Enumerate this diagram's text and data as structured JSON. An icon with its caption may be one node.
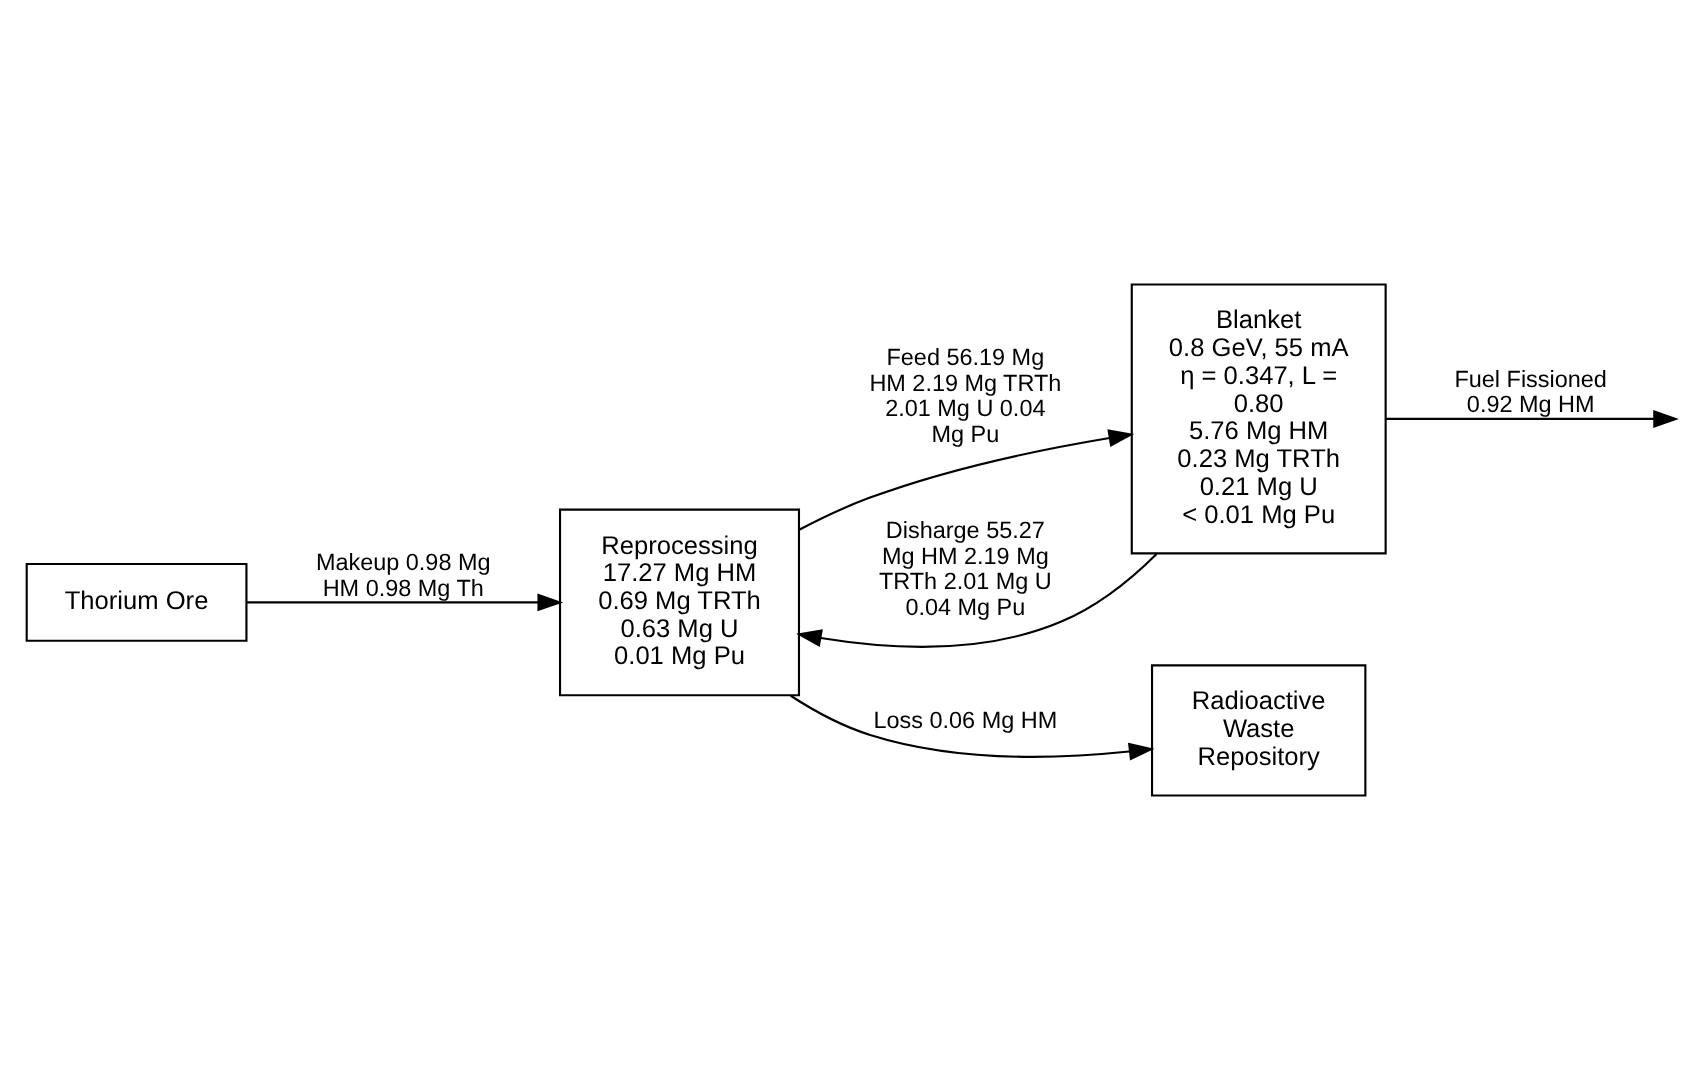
{
  "diagram": {
    "nodes": [
      {
        "text": [
          "Thorium Ore"
        ]
      },
      {
        "text": [
          "Blanket",
          "0.8 GeV, 55 mA",
          "η = 0.347, L = 0.80",
          "5.76 Mg HM",
          "0.23 Mg TRTh",
          "0.21 Mg U",
          "< 0.01 Mg Pu"
        ]
      },
      {
        "text": [
          "Reprocessing",
          "17.27 Mg HM",
          "0.69 Mg TRTh",
          "0.63 Mg U",
          "0.01 Mg Pu"
        ]
      },
      {
        "text": [
          "Radioactive Waste Repository"
        ]
      }
    ],
    "edges": [
      {
        "from": 0,
        "to": 2,
        "arrow": "to",
        "label": "Makeup 0.98 Mg HM 0.98 Mg Th"
      },
      {
        "from": 2,
        "to": 1,
        "arrow": "to",
        "label": "Feed 56.19 Mg HM 2.19 Mg TRTh 2.01 Mg U 0.04 Mg Pu"
      },
      {
        "from": 1,
        "to": null,
        "arrow": "to",
        "label": "Fuel Fissioned 0.92 Mg HM"
      },
      {
        "from": 1,
        "to": 2,
        "arrow": "to",
        "label": "Disharge 55.27 Mg HM 2.19 Mg TRTh 2.01 Mg U 0.04 Mg Pu"
      },
      {
        "from": 2,
        "to": 3,
        "arrow": "to",
        "label": "Loss 0.06 Mg HM"
      }
    ]
  }
}
